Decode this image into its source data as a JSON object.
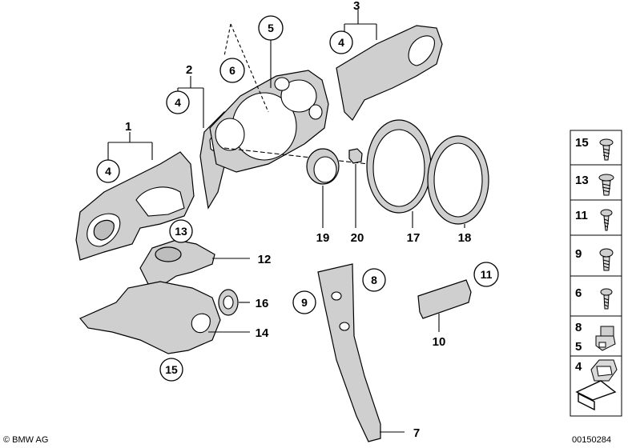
{
  "callouts": {
    "n1": "1",
    "n2": "2",
    "n3": "3",
    "c4a": "4",
    "c4b": "4",
    "c4c": "4",
    "c5": "5",
    "c6": "6",
    "n7": "7",
    "c8": "8",
    "c9": "9",
    "n10": "10",
    "c11": "11",
    "n12": "12",
    "c13": "13",
    "n14": "14",
    "c15": "15",
    "n16": "16",
    "n17": "17",
    "n18": "18",
    "n19": "19",
    "n20": "20"
  },
  "legend": {
    "items": [
      {
        "label": "15",
        "icon": "screw-icon"
      },
      {
        "label": "13",
        "icon": "screw-icon"
      },
      {
        "label": "11",
        "icon": "screw-icon"
      },
      {
        "label": "9",
        "icon": "screw-icon"
      },
      {
        "label": "6",
        "icon": "screw-icon"
      },
      {
        "label": "8",
        "label2": "5",
        "icon": "clip-nut-icon"
      },
      {
        "label": "4",
        "icon": "clip-icon"
      }
    ]
  },
  "footer": {
    "copyright": "© BMW AG",
    "code": "00150284"
  }
}
